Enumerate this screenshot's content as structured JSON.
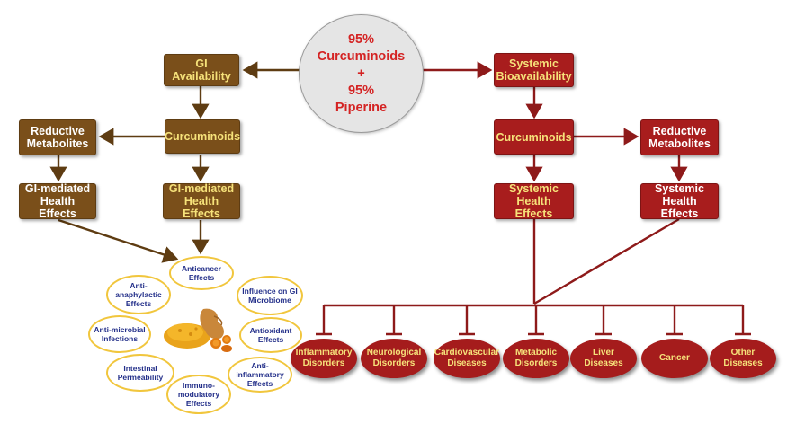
{
  "center": {
    "line1": "95%",
    "line2": "Curcuminoids",
    "line3": "+",
    "line4": "95%",
    "line5": "Piperine"
  },
  "left": {
    "gi_availability": "GI Availability",
    "curcuminoids": "Curcuminoids",
    "reductive_metabolites": "Reductive Metabolites",
    "gi_mediated_left": "GI-mediated Health Effects",
    "gi_mediated_center": "GI-mediated Health Effects"
  },
  "right": {
    "systemic_bioavailability": "Systemic Bioavailability",
    "curcuminoids": "Curcuminoids",
    "reductive_metabolites": "Reductive Metabolites",
    "systemic_health_left": "Systemic Health Effects",
    "systemic_health_right": "Systemic Health Effects"
  },
  "effects": [
    "Anticancer Effects",
    "Influence on GI Microbiome",
    "Antioxidant Effects",
    "Anti-inflammatory Effects",
    "Immuno-modulatory Effects",
    "Intestinal Permeability",
    "Anti-microbial Infections",
    "Anti-anaphylactic Effects"
  ],
  "diseases": [
    "Inflammatory Disorders",
    "Neurological Disorders",
    "Cardiovascular Diseases",
    "Metabolic Disorders",
    "Liver Diseases",
    "Cancer",
    "Other Diseases"
  ],
  "colors": {
    "brown": "#7a4f1a",
    "red": "#a81d1d",
    "gold_text": "#f6e27a",
    "effect_border": "#f1c63d",
    "effect_text": "#24308a",
    "center_text": "#d42323"
  }
}
